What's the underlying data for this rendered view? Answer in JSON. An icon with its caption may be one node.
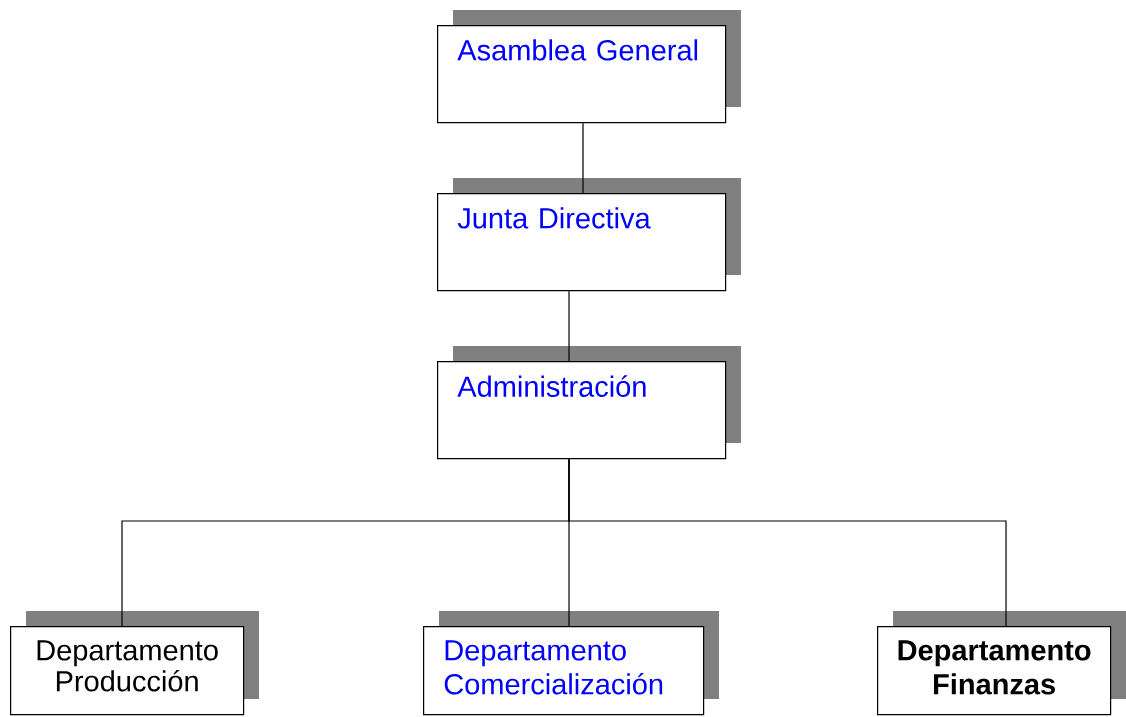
{
  "diagram": {
    "nodes": [
      {
        "text": [
          "Asamblea General"
        ]
      },
      {
        "text": [
          "Junta Directiva"
        ]
      },
      {
        "text": [
          "Administración"
        ]
      },
      {
        "text": [
          "Departamento Producción"
        ]
      },
      {
        "text": [
          "Departamento Comercialización"
        ]
      },
      {
        "text": [
          "Departamento Finanzas"
        ]
      }
    ],
    "edges": [
      {
        "from": 0,
        "to": 1,
        "arrow": "none"
      },
      {
        "from": 1,
        "to": 2,
        "arrow": "none"
      },
      {
        "from": 2,
        "to": 3,
        "arrow": "none"
      },
      {
        "from": 2,
        "to": 4,
        "arrow": "none"
      },
      {
        "from": 2,
        "to": 5,
        "arrow": "none"
      }
    ]
  }
}
